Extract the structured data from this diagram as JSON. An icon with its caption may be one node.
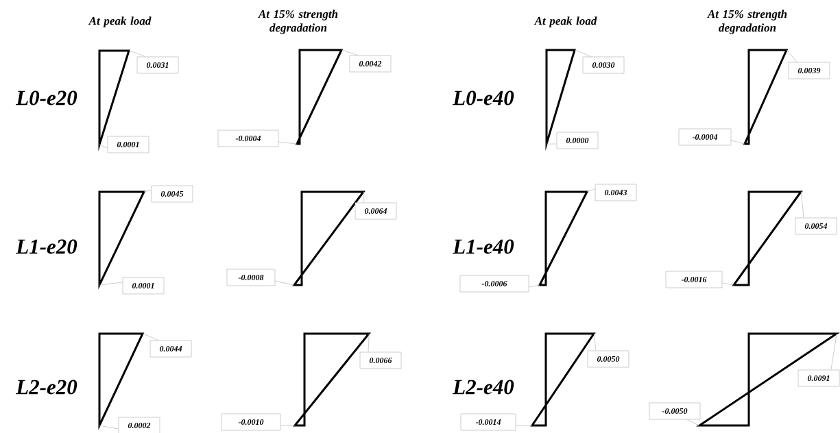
{
  "diagram": {
    "nodes": [
      {
        "text": [],
        "shape": "triangle"
      },
      {
        "text": [
          "0.0031"
        ]
      },
      {
        "text": [
          "0.0001"
        ]
      },
      {
        "text": [],
        "shape": "triangle"
      },
      {
        "text": [
          "0.0042"
        ]
      },
      {
        "text": [
          "-0.0004"
        ]
      },
      {
        "text": [],
        "shape": "triangle"
      },
      {
        "text": [
          "0.0030"
        ]
      },
      {
        "text": [
          "0.0000"
        ]
      },
      {
        "text": [],
        "shape": "triangle"
      },
      {
        "text": [
          "0.0039"
        ]
      },
      {
        "text": [
          "-0.0004"
        ]
      },
      {
        "text": [],
        "shape": "triangle"
      },
      {
        "text": [
          "0.0045"
        ]
      },
      {
        "text": [
          "0.0001"
        ]
      },
      {
        "text": [],
        "shape": "triangle"
      },
      {
        "text": [
          "0.0064"
        ]
      },
      {
        "text": [
          "-0.0008"
        ]
      },
      {
        "text": [],
        "shape": "triangle"
      },
      {
        "text": [
          "0.0043"
        ]
      },
      {
        "text": [
          "-0.0006"
        ]
      },
      {
        "text": [],
        "shape": "triangle"
      },
      {
        "text": [
          "0.0054"
        ]
      },
      {
        "text": [
          "-0.0016"
        ]
      },
      {
        "text": [],
        "shape": "triangle"
      },
      {
        "text": [
          "0.0044"
        ]
      },
      {
        "text": [
          "0.0002"
        ]
      },
      {
        "text": [],
        "shape": "triangle"
      },
      {
        "text": [
          "0.0066"
        ]
      },
      {
        "text": [
          "-0.0010"
        ]
      },
      {
        "text": [],
        "shape": "triangle"
      },
      {
        "text": [
          "0.0050"
        ]
      },
      {
        "text": [
          "-0.0014"
        ]
      },
      {
        "text": [],
        "shape": "triangle"
      },
      {
        "text": [
          "0.0091"
        ]
      },
      {
        "text": [
          "-0.0050"
        ]
      }
    ],
    "edges": [
      {
        "from": 1,
        "to": 0,
        "arrow": "none"
      },
      {
        "from": 2,
        "to": 0,
        "arrow": "none"
      },
      {
        "from": 4,
        "to": 3,
        "arrow": "none"
      },
      {
        "from": 5,
        "to": 3,
        "arrow": "none"
      },
      {
        "from": 7,
        "to": 6,
        "arrow": "none"
      },
      {
        "from": 8,
        "to": 6,
        "arrow": "none"
      },
      {
        "from": 10,
        "to": 9,
        "arrow": "none"
      },
      {
        "from": 11,
        "to": 9,
        "arrow": "none"
      },
      {
        "from": 13,
        "to": 12,
        "arrow": "none"
      },
      {
        "from": 14,
        "to": 12,
        "arrow": "none"
      },
      {
        "from": 16,
        "to": 15,
        "arrow": "none"
      },
      {
        "from": 17,
        "to": 15,
        "arrow": "none"
      },
      {
        "from": 19,
        "to": 18,
        "arrow": "none"
      },
      {
        "from": 20,
        "to": 18,
        "arrow": "none"
      },
      {
        "from": 22,
        "to": 21,
        "arrow": "none"
      },
      {
        "from": 23,
        "to": 21,
        "arrow": "none"
      },
      {
        "from": 25,
        "to": 24,
        "arrow": "none"
      },
      {
        "from": 26,
        "to": 24,
        "arrow": "none"
      },
      {
        "from": 28,
        "to": 27,
        "arrow": "none"
      },
      {
        "from": 29,
        "to": 27,
        "arrow": "none"
      },
      {
        "from": 31,
        "to": 30,
        "arrow": "none"
      },
      {
        "from": 32,
        "to": 30,
        "arrow": "none"
      },
      {
        "from": 34,
        "to": 33,
        "arrow": "none"
      },
      {
        "from": 35,
        "to": 33,
        "arrow": "none"
      }
    ],
    "labels": [
      "At peak load",
      "At 15% strength degradation",
      "At peak load",
      "At 15% strength degradation",
      "L0-e20",
      "L0-e40",
      "L1-e20",
      "L1-e40",
      "L2-e20",
      "L2-e40"
    ]
  }
}
